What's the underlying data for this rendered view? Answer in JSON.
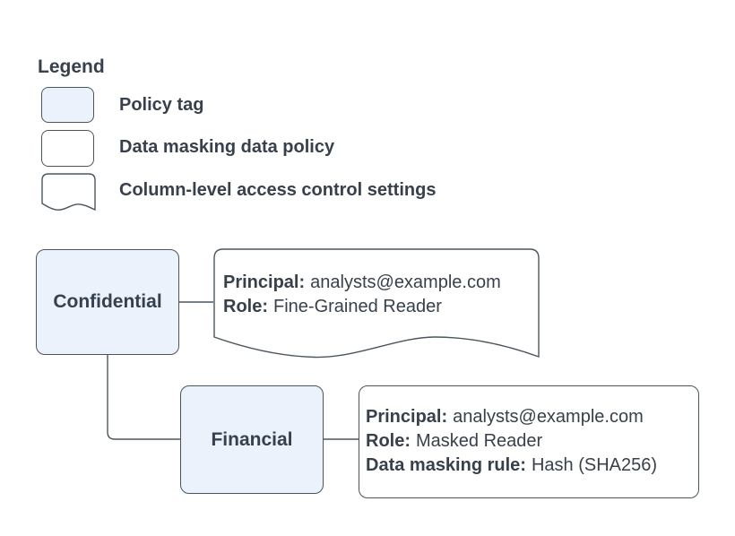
{
  "colors": {
    "policy_tag_fill": "#ebf2fb",
    "shape_border": "#4a5560",
    "text": "#36414d",
    "background": "#ffffff"
  },
  "legend": {
    "title": "Legend",
    "items": [
      {
        "swatch": "policy-tag",
        "label": "Policy tag"
      },
      {
        "swatch": "data-masking-policy",
        "label": "Data masking data policy"
      },
      {
        "swatch": "column-access-settings",
        "label": "Column-level access control settings"
      }
    ]
  },
  "diagram": {
    "policy_tags": [
      {
        "id": "confidential",
        "label": "Confidential"
      },
      {
        "id": "financial",
        "label": "Financial"
      }
    ],
    "column_access_settings": {
      "lines": [
        {
          "label": "Principal:",
          "value": "analysts@example.com"
        },
        {
          "label": "Role:",
          "value": "Fine-Grained Reader"
        }
      ]
    },
    "data_masking_policy": {
      "lines": [
        {
          "label": "Principal:",
          "value": "analysts@example.com"
        },
        {
          "label": "Role:",
          "value": "Masked Reader"
        },
        {
          "label": "Data masking rule:",
          "value": "Hash (SHA256)"
        }
      ]
    }
  }
}
